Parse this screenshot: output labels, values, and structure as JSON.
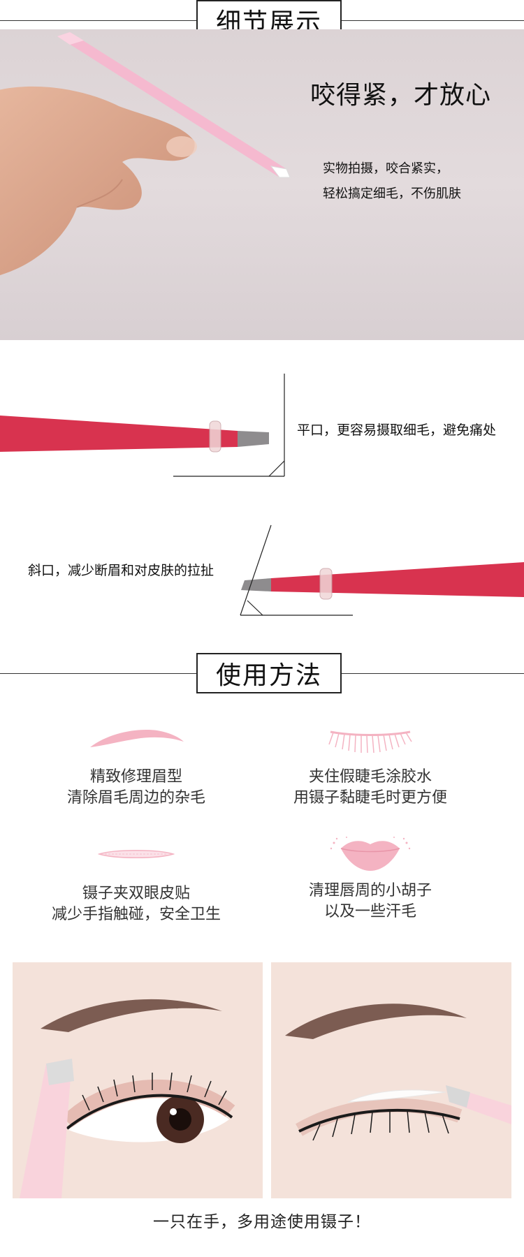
{
  "sections": {
    "detail_title": "细节展示",
    "usage_title": "使用方法"
  },
  "hero": {
    "heading": "咬得紧，才放心",
    "sub_line1": "实物拍摄，咬合紧实，",
    "sub_line2": "轻松搞定细毛，不伤肌肤"
  },
  "details": {
    "flat_tip": "平口，更容易摄取细毛，避免痛处",
    "slant_tip": "斜口，减少断眉和对皮肤的拉扯"
  },
  "usage": [
    {
      "icon": "eyebrow-icon",
      "line1": "精致修理眉型",
      "line2": "清除眉毛周边的杂毛"
    },
    {
      "icon": "eyelash-icon",
      "line1": "夹住假睫毛涂胶水",
      "line2": "用镊子黏睫毛时更方便"
    },
    {
      "icon": "eyelid-tape-icon",
      "line1": "镊子夹双眼皮贴",
      "line2": "减少手指触碰，安全卫生"
    },
    {
      "icon": "lips-icon",
      "line1": "清理唇周的小胡子",
      "line2": "以及一些汗毛"
    }
  ],
  "footer": {
    "caption": "一只在手，多用途使用镊子！"
  },
  "colors": {
    "tweezer_pink": "#f5b9cf",
    "tweezer_red": "#d8334f",
    "icon_pink": "#f4b3c2"
  }
}
